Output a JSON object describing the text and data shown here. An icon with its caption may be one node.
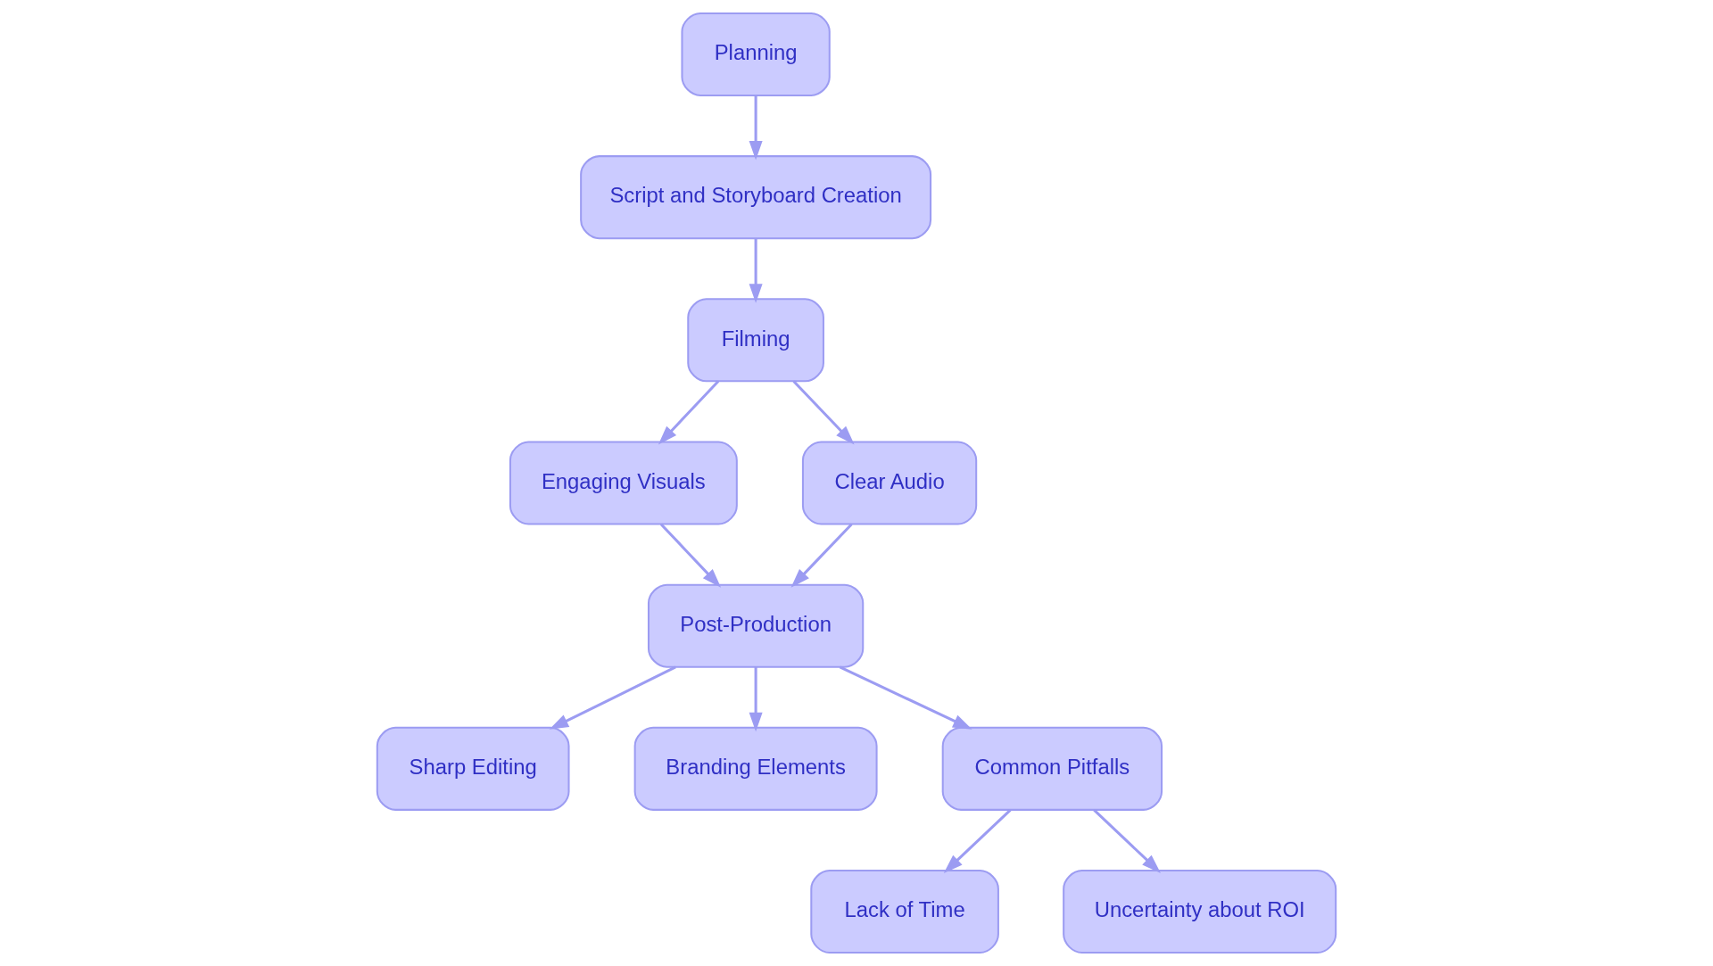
{
  "diagram": {
    "nodes": [
      {
        "text": [
          "Planning"
        ]
      },
      {
        "text": [
          "Script and Storyboard Creation"
        ]
      },
      {
        "text": [
          "Filming"
        ]
      },
      {
        "text": [
          "Engaging Visuals"
        ]
      },
      {
        "text": [
          "Clear Audio"
        ]
      },
      {
        "text": [
          "Post-Production"
        ]
      },
      {
        "text": [
          "Sharp Editing"
        ]
      },
      {
        "text": [
          "Branding Elements"
        ]
      },
      {
        "text": [
          "Common Pitfalls"
        ]
      },
      {
        "text": [
          "Lack of Time"
        ]
      },
      {
        "text": [
          "Uncertainty about ROI"
        ]
      }
    ],
    "edges": [
      {
        "from": 0,
        "to": 1,
        "arrow": "to"
      },
      {
        "from": 1,
        "to": 2,
        "arrow": "to"
      },
      {
        "from": 2,
        "to": 3,
        "arrow": "to"
      },
      {
        "from": 2,
        "to": 4,
        "arrow": "to"
      },
      {
        "from": 3,
        "to": 5,
        "arrow": "to"
      },
      {
        "from": 4,
        "to": 5,
        "arrow": "to"
      },
      {
        "from": 5,
        "to": 6,
        "arrow": "to"
      },
      {
        "from": 5,
        "to": 7,
        "arrow": "to"
      },
      {
        "from": 5,
        "to": 8,
        "arrow": "to"
      },
      {
        "from": 8,
        "to": 9,
        "arrow": "to"
      },
      {
        "from": 8,
        "to": 10,
        "arrow": "to"
      }
    ]
  }
}
